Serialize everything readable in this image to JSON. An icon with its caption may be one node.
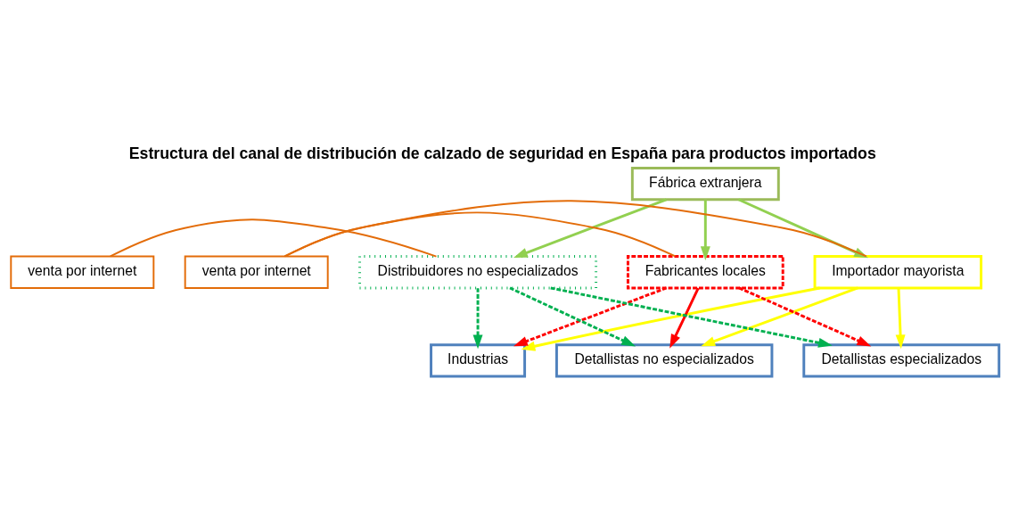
{
  "diagram": {
    "title": "Estructura del canal de distribución de calzado de seguridad en España para productos importados",
    "nodes": [
      {
        "text": [
          "Fábrica extranjera"
        ]
      },
      {
        "text": [
          "Importador mayorista"
        ]
      },
      {
        "text": [
          "Fabricantes locales"
        ]
      },
      {
        "text": [
          "Distribuidores no especializados"
        ]
      },
      {
        "text": [
          "venta por internet"
        ]
      },
      {
        "text": [
          "venta por internet"
        ]
      },
      {
        "text": [
          "Industrias"
        ]
      },
      {
        "text": [
          "Detallistas no especializados"
        ]
      },
      {
        "text": [
          "Detallistas especializados"
        ]
      }
    ],
    "edges": [
      {
        "from": 0,
        "to": 1,
        "arrow": "to",
        "color": "#92d050"
      },
      {
        "from": 0,
        "to": 2,
        "arrow": "to",
        "color": "#92d050"
      },
      {
        "from": 0,
        "to": 3,
        "arrow": "to",
        "color": "#92d050"
      },
      {
        "from": 1,
        "to": 6,
        "arrow": "to",
        "color": "#ffff00"
      },
      {
        "from": 1,
        "to": 7,
        "arrow": "to",
        "color": "#ffff00"
      },
      {
        "from": 1,
        "to": 8,
        "arrow": "to",
        "color": "#ffff00"
      },
      {
        "from": 2,
        "to": 6,
        "arrow": "to",
        "style": "dashed",
        "color": "#ff0000"
      },
      {
        "from": 2,
        "to": 7,
        "arrow": "to",
        "color": "#ff0000"
      },
      {
        "from": 2,
        "to": 8,
        "arrow": "to",
        "style": "dashed",
        "color": "#ff0000"
      },
      {
        "from": 3,
        "to": 6,
        "arrow": "to",
        "style": "dashed",
        "color": "#00b050"
      },
      {
        "from": 3,
        "to": 7,
        "arrow": "to",
        "style": "dashed",
        "color": "#00b050"
      },
      {
        "from": 3,
        "to": 8,
        "arrow": "to",
        "style": "dashed",
        "color": "#00b050"
      },
      {
        "from": 4,
        "to": 1,
        "arrow": "none",
        "color": "#e36c09"
      },
      {
        "from": 4,
        "to": 2,
        "arrow": "none",
        "color": "#e36c09"
      },
      {
        "from": 5,
        "to": 3,
        "arrow": "none",
        "color": "#e36c09"
      }
    ]
  }
}
